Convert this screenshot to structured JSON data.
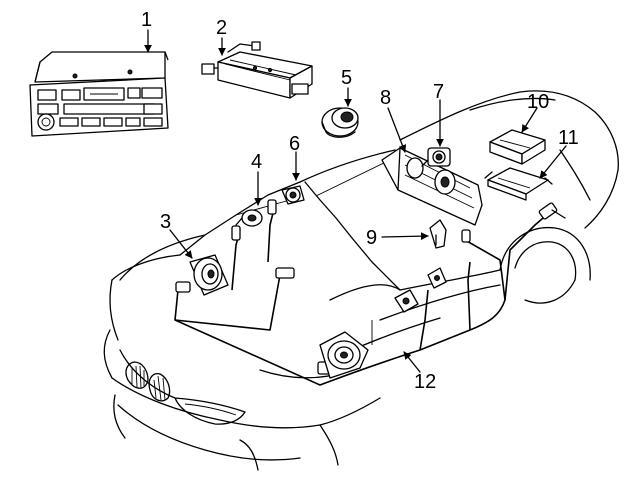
{
  "callouts": [
    {
      "number": "1",
      "part": "radio-head-unit"
    },
    {
      "number": "2",
      "part": "amplifier"
    },
    {
      "number": "3",
      "part": "door-speaker-left"
    },
    {
      "number": "4",
      "part": "tweeter-left"
    },
    {
      "number": "5",
      "part": "speaker-grille"
    },
    {
      "number": "6",
      "part": "tweeter-right"
    },
    {
      "number": "7",
      "part": "rear-speaker"
    },
    {
      "number": "8",
      "part": "speaker-enclosure"
    },
    {
      "number": "9",
      "part": "bracket"
    },
    {
      "number": "10",
      "part": "control-module"
    },
    {
      "number": "11",
      "part": "module-bracket"
    },
    {
      "number": "12",
      "part": "wiring-harness"
    }
  ]
}
